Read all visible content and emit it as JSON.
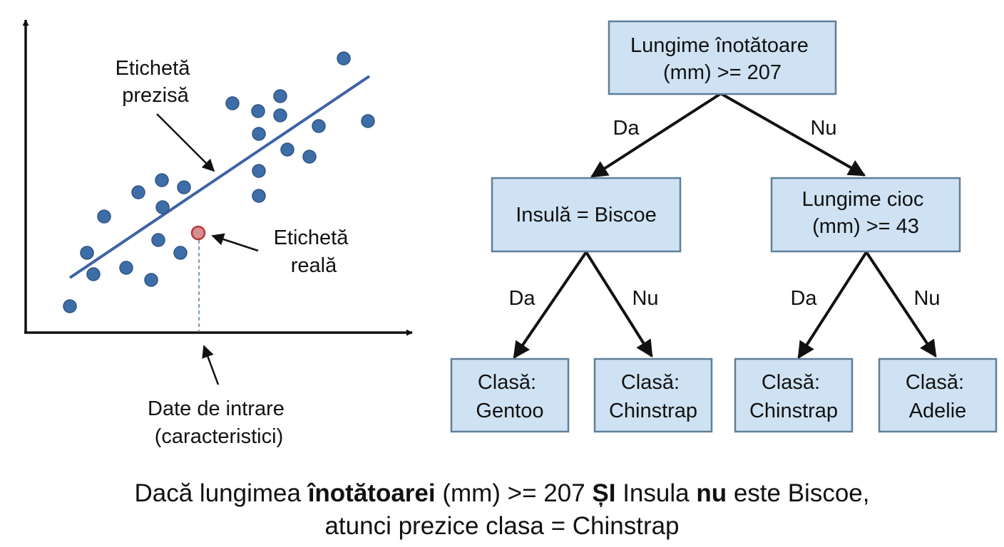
{
  "scatter": {
    "points": [
      [
        98,
        430
      ],
      [
        122,
        355
      ],
      [
        131,
        385
      ],
      [
        146,
        304
      ],
      [
        177,
        376
      ],
      [
        194,
        270
      ],
      [
        212,
        393
      ],
      [
        222,
        337
      ],
      [
        227,
        253
      ],
      [
        228,
        291
      ],
      [
        253,
        355
      ],
      [
        258,
        263
      ],
      [
        326,
        145
      ],
      [
        362,
        156
      ],
      [
        393,
        135
      ],
      [
        393,
        162
      ],
      [
        363,
        188
      ],
      [
        363,
        240
      ],
      [
        363,
        275
      ],
      [
        403,
        210
      ],
      [
        434,
        220
      ],
      [
        447,
        177
      ],
      [
        482,
        82
      ],
      [
        516,
        170
      ]
    ],
    "highlight_point": [
      278,
      327
    ],
    "fit_line": {
      "start": [
        98,
        390
      ],
      "end": [
        518,
        107
      ]
    },
    "label_predicted": [
      "Etichetă",
      "prezisă"
    ],
    "label_actual": [
      "Etichetă",
      "reală"
    ],
    "label_input": [
      "Date de intrare",
      "(caracteristici)"
    ],
    "colors": {
      "point": "#3e6ea8",
      "point_stroke": "#2f5484",
      "line": "#3e63a6",
      "highlight": "#d88e8e",
      "highlight_stroke": "#b23a3a"
    }
  },
  "tree": {
    "root": [
      "Lungime înotătoare",
      "(mm) >= 207"
    ],
    "left": [
      "Insulă = Biscoe"
    ],
    "right": [
      "Lungime cioc",
      "(mm) >= 43"
    ],
    "leaves": [
      [
        "Clasă:",
        "Gentoo"
      ],
      [
        "Clasă:",
        "Chinstrap"
      ],
      [
        "Clasă:",
        "Chinstrap"
      ],
      [
        "Clasă:",
        "Adelie"
      ]
    ],
    "edge_yes": "Da",
    "edge_no": "Nu",
    "colors": {
      "node_fill": "#cfe2f3",
      "node_stroke": "#5f7f99"
    }
  },
  "rule": {
    "line1": [
      {
        "text": "Dacă lungimea ",
        "bold": false
      },
      {
        "text": "înotătoarei",
        "bold": true
      },
      {
        "text": " (mm) >= 207 ",
        "bold": false
      },
      {
        "text": "ȘI",
        "bold": true
      },
      {
        "text": " Insula ",
        "bold": false
      },
      {
        "text": "nu",
        "bold": true
      },
      {
        "text": " este Biscoe,",
        "bold": false
      }
    ],
    "line2": "atunci prezice clasa = Chinstrap"
  }
}
